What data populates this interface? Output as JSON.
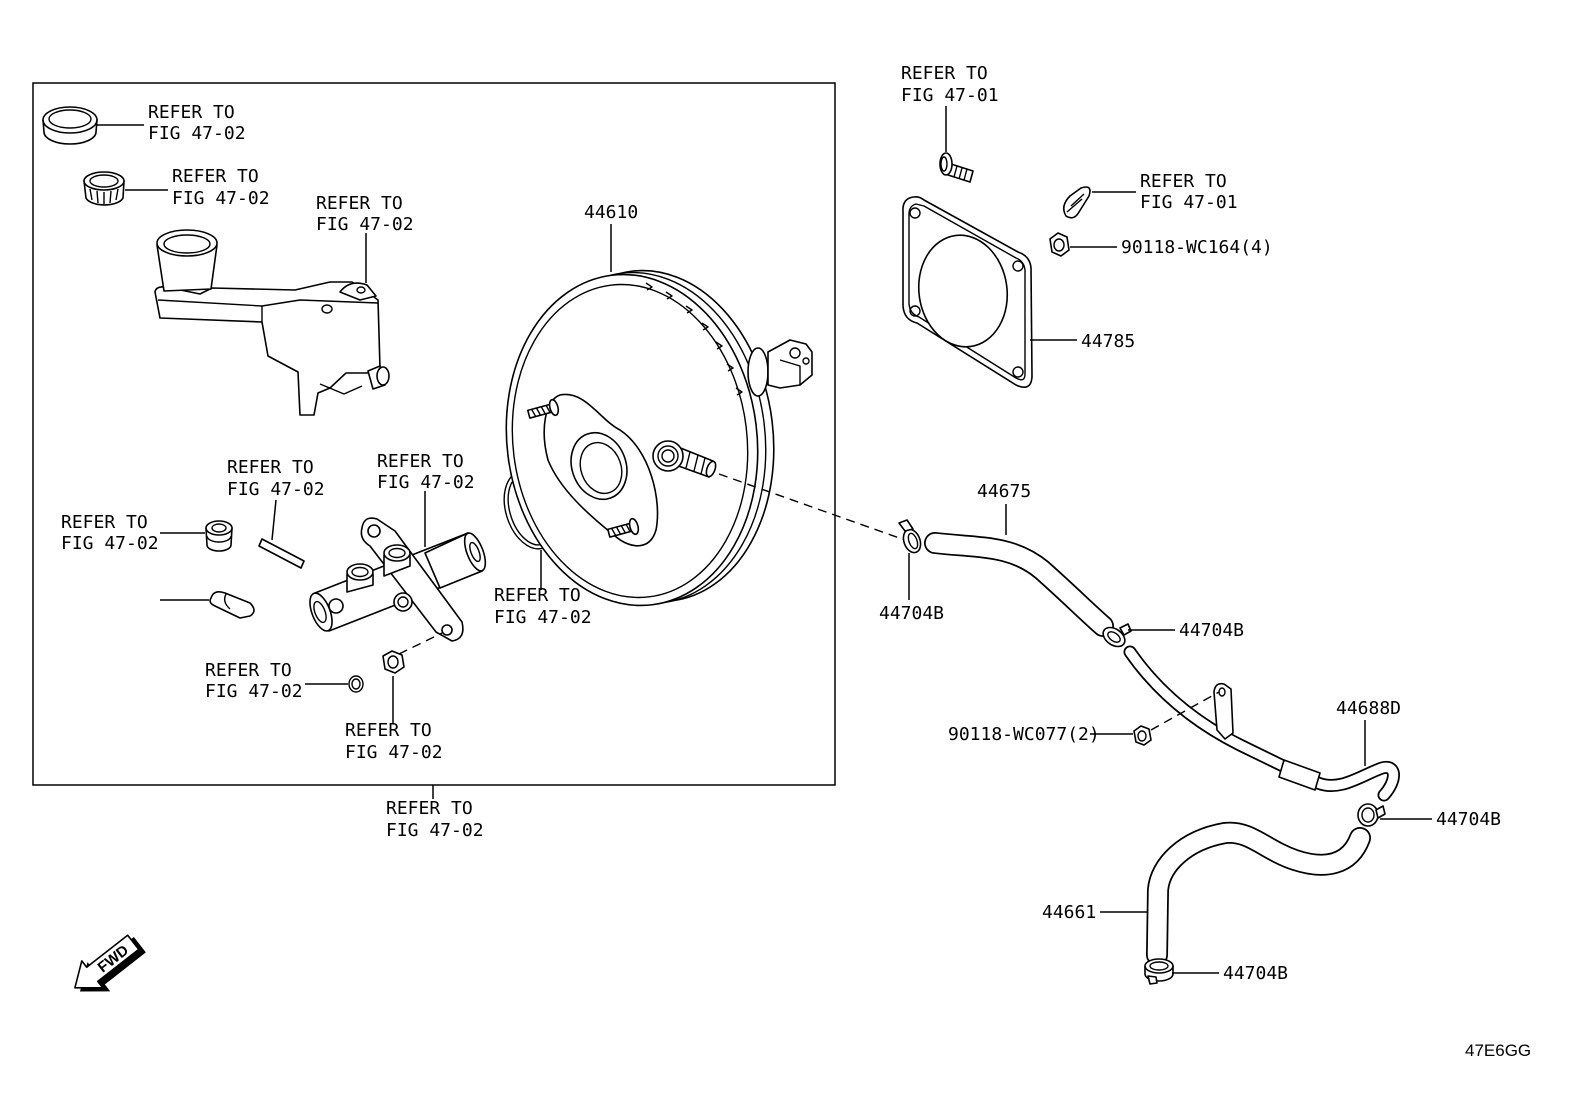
{
  "diagram_code": "47E6GG",
  "fwd_label": "FWD",
  "callouts": {
    "reservoir_cap": {
      "line1": "REFER TO",
      "line2": "FIG 47-02"
    },
    "cap_strainer": {
      "line1": "REFER TO",
      "line2": "FIG 47-02"
    },
    "reservoir": {
      "line1": "REFER TO",
      "line2": "FIG 47-02"
    },
    "pin": {
      "line1": "REFER TO",
      "line2": "FIG 47-02"
    },
    "master_cylinder": {
      "line1": "REFER TO",
      "line2": "FIG 47-02"
    },
    "grommet": {
      "line1": "REFER TO",
      "line2": "FIG 47-02"
    },
    "booster_o_ring": {
      "line1": "REFER TO",
      "line2": "FIG 47-02"
    },
    "o_ring": {
      "line1": "REFER TO",
      "line2": "FIG 47-02"
    },
    "nut": {
      "line1": "REFER TO",
      "line2": "FIG 47-02"
    },
    "master_cylinder_kit": {
      "line1": "REFER TO",
      "line2": "FIG 47-02"
    },
    "stud_bolt": {
      "line1": "REFER TO",
      "line2": "FIG 47-01"
    },
    "clip": {
      "line1": "REFER TO",
      "line2": "FIG 47-01"
    }
  },
  "part_numbers": {
    "brake_booster": "44610",
    "gasket": "44785",
    "booster_nut": "90118-WC164(4)",
    "vacuum_hose_upper": "44675",
    "clamp_1": "44704B",
    "clamp_2": "44704B",
    "vacuum_tube": "44688D",
    "tube_nut": "90118-WC077(2)",
    "clamp_3": "44704B",
    "vacuum_hose_lower": "44661",
    "clamp_4": "44704B"
  }
}
